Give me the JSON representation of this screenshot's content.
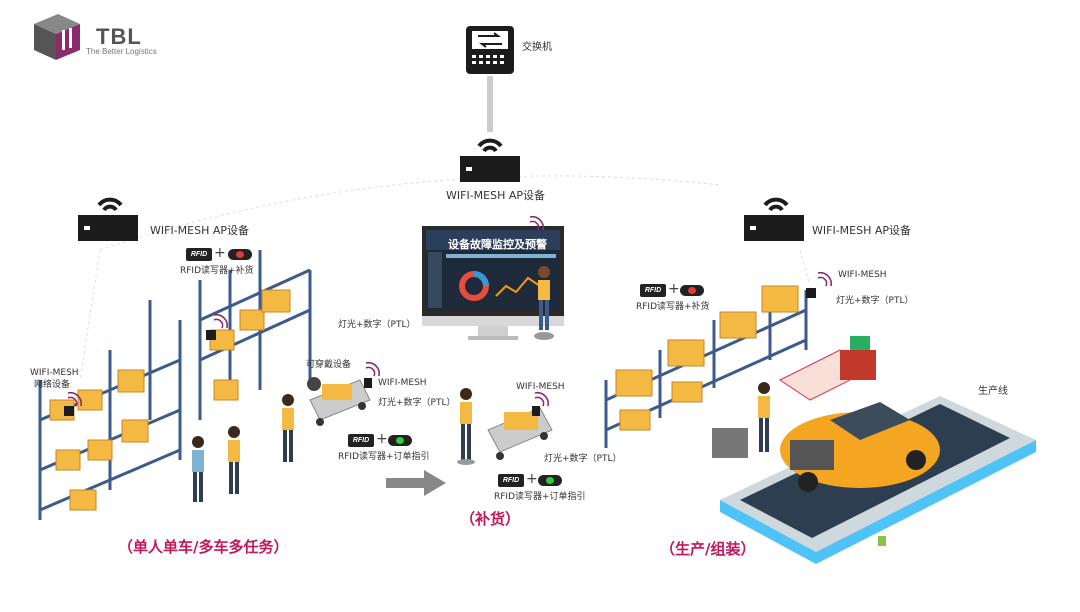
{
  "logo": {
    "name": "TBL",
    "tagline": "The Better Logistics"
  },
  "nodes": {
    "switch": "交换机",
    "ap_center": "WIFI-MESH AP设备",
    "ap_left": "WIFI-MESH AP设备",
    "ap_right": "WIFI-MESH AP设备",
    "mesh_net_line1": "WIFI-MESH",
    "mesh_net_line2": "网络设备",
    "wearable": "可穿戴设备",
    "mesh_cart": "WIFI-MESH",
    "mesh_replenish": "WIFI-MESH",
    "mesh_right": "WIFI-MESH",
    "production_line": "生产线"
  },
  "monitor": {
    "title": "设备故障监控及预警"
  },
  "devices": {
    "rfid_badge": "RFID",
    "rfid_left_caption": "RFID读写器+补货",
    "rfid_cart_caption": "RFID读写器+订单指引",
    "rfid_replenish_caption": "RFID读写器+订单指引",
    "rfid_right_caption": "RFID读写器+补货",
    "ptl_left": "灯光+数字（PTL）",
    "ptl_cart": "灯光+数字（PTL）",
    "ptl_replenish": "灯光+数字（PTL）",
    "ptl_right": "灯光+数字（PTL）"
  },
  "captions": {
    "left": "（单人单车/多车多任务）",
    "middle": "（补货）",
    "right": "（生产/组装）"
  },
  "colors": {
    "accent": "#c2185b",
    "red_light": "#e53935",
    "green_light": "#2ecc40",
    "box": "#f4b942",
    "rack": "#3b5b8c"
  }
}
